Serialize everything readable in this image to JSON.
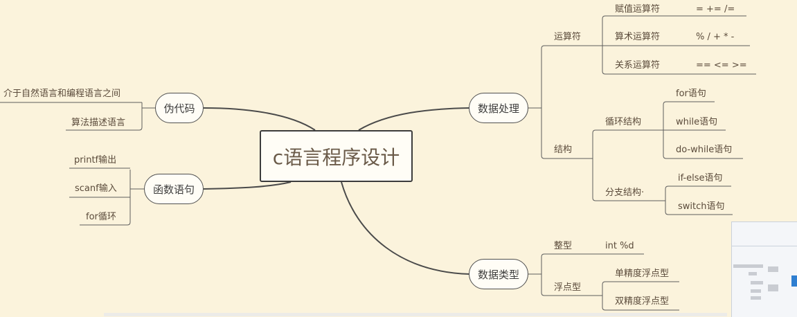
{
  "root": {
    "label": "c语言程序设计"
  },
  "left": {
    "pseudocode": {
      "label": "伪代码",
      "items": [
        "介于自然语言和编程语言之间",
        "算法描述语言"
      ]
    },
    "functions": {
      "label": "函数语句",
      "items": [
        "printf输出",
        "scanf输入",
        "for循环"
      ]
    }
  },
  "right": {
    "data_processing": {
      "label": "数据处理",
      "operators": {
        "label": "运算符",
        "items": [
          {
            "name": "赋值运算符",
            "symbols": "=  +=  /="
          },
          {
            "name": "算术运算符",
            "symbols": "%  /  + *  -"
          },
          {
            "name": "关系运算符",
            "symbols": "==  <=  >="
          }
        ]
      },
      "structure": {
        "label": "结构",
        "loop": {
          "label": "循环结构",
          "items": [
            "for语句",
            "while语句",
            "do-while语句"
          ]
        },
        "branch": {
          "label": "分支结构·",
          "items": [
            "if-else语句",
            "switch语句"
          ]
        }
      }
    },
    "data_types": {
      "label": "数据类型",
      "integer": {
        "label": "整型",
        "value": "int  %d"
      },
      "float": {
        "label": "浮点型",
        "items": [
          "单精度浮点型",
          "双精度浮点型"
        ]
      }
    }
  },
  "colors": {
    "background": "#fbf3dc",
    "line": "#4a4a4a",
    "text": "#5a4a3a"
  }
}
